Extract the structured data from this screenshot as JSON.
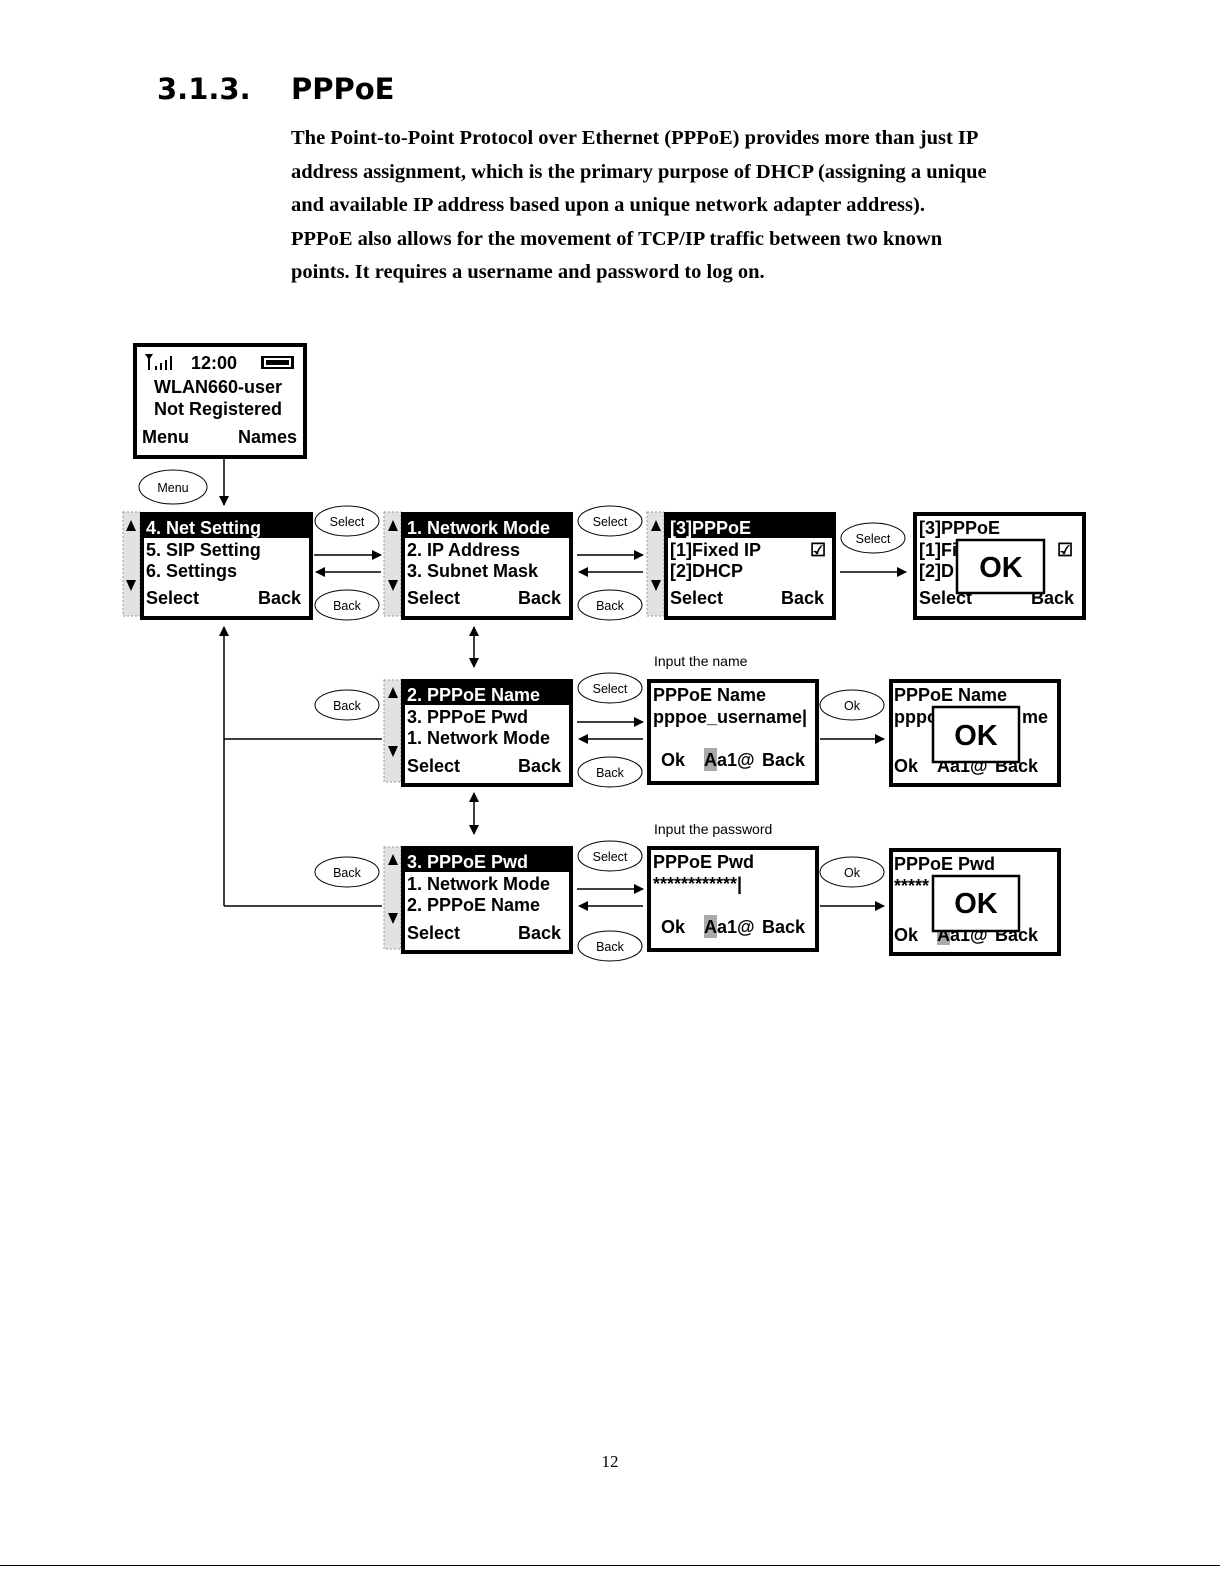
{
  "heading": {
    "number": "3.1.3.",
    "title": "PPPoE"
  },
  "paragraph": [
    "The Point-to-Point Protocol over Ethernet (PPPoE) provides more than just IP",
    "address assignment, which is the primary purpose of DHCP (assigning a unique",
    "and available IP address based upon a unique network adapter address).",
    "PPPoE also allows for the movement of TCP/IP traffic between two known",
    "points. It requires a username and password to log on."
  ],
  "idle_screen": {
    "time": "12:00",
    "line1": "WLAN660-user",
    "line2": "Not Registered",
    "left_soft": "Menu",
    "right_soft": "Names"
  },
  "main_menu": {
    "items": [
      "4. Net Setting",
      "5. SIP Setting",
      "6. Settings"
    ],
    "left_soft": "Select",
    "right_soft": "Back"
  },
  "net_menu_1": {
    "items": [
      "1. Network Mode",
      "2. IP Address",
      "3. Subnet Mask"
    ],
    "left_soft": "Select",
    "right_soft": "Back"
  },
  "mode_menu": {
    "items": [
      "[3]PPPoE",
      "[1]Fixed IP",
      "[2]DHCP"
    ],
    "check": "☑",
    "left_soft": "Select",
    "right_soft": "Back"
  },
  "mode_ok": {
    "line1": "[3]PPPoE",
    "line2": "[1]Fi",
    "line3": "[2]D",
    "check": "☑",
    "left_soft": "Select",
    "right_soft": "Back",
    "ok": "OK"
  },
  "net_menu_2": {
    "items": [
      "2. PPPoE Name",
      "3. PPPoE Pwd",
      "1. Network Mode"
    ],
    "left_soft": "Select",
    "right_soft": "Back"
  },
  "name_input": {
    "note": "Input the name",
    "title": "PPPoE Name",
    "value": "pppoe_username|",
    "left_soft": "Ok",
    "mode_first": "A",
    "mode_rest": "a1@",
    "right_soft": "Back"
  },
  "name_ok": {
    "title": "PPPoE Name",
    "value_left": "pppo",
    "value_right": "me",
    "left_soft": "Ok",
    "mode": "Aa1@",
    "right_soft": "Back",
    "ok": "OK"
  },
  "net_menu_3": {
    "items": [
      "3. PPPoE Pwd",
      "1. Network Mode",
      "2. PPPoE Name"
    ],
    "left_soft": "Select",
    "right_soft": "Back"
  },
  "pwd_input": {
    "note": "Input the password",
    "title": "PPPoE Pwd",
    "value": "************|",
    "left_soft": "Ok",
    "mode_first": "A",
    "mode_rest": "a1@",
    "right_soft": "Back"
  },
  "pwd_ok": {
    "title": "PPPoE Pwd",
    "value_left": "*****",
    "left_soft": "Ok",
    "mode": "Aa1@",
    "right_soft": "Back",
    "ok": "OK"
  },
  "buttons": {
    "menu": "Menu",
    "select": "Select",
    "back": "Back",
    "ok": "Ok"
  },
  "page_number": "12"
}
